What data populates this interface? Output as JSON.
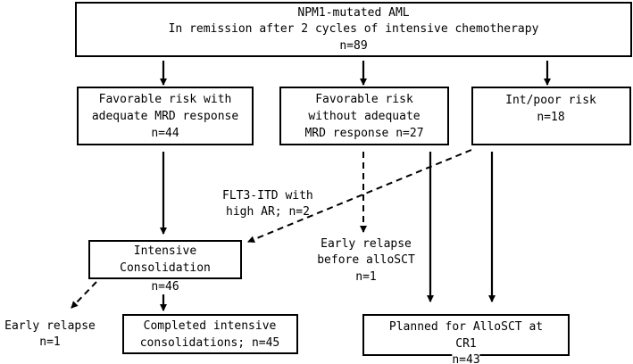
{
  "top_box": {
    "line1": "NPM1-mutated AML",
    "line2": "In remission after 2 cycles of intensive chemotherapy",
    "n": "n=89"
  },
  "box_fav_adequate": {
    "line1": "Favorable risk with",
    "line2": "adequate MRD response",
    "n": "n=44"
  },
  "box_fav_without": {
    "line1": "Favorable risk",
    "line2": "without adequate",
    "line3": "MRD response n=27"
  },
  "box_intpoor": {
    "line1": "Int/poor risk",
    "n": "n=18"
  },
  "label_flt3": {
    "line1": "FLT3-ITD with",
    "line2": "high AR; n=2"
  },
  "box_consolidation": {
    "line1": "Intensive",
    "line2": "Consolidation",
    "n": "n=46"
  },
  "label_relapse_mid": {
    "line1": "Early relapse",
    "line2": "before alloSCT",
    "n": "n=1"
  },
  "label_relapse_left": {
    "line1": "Early relapse",
    "n": "n=1"
  },
  "box_completed": {
    "line1": "Completed intensive",
    "line2": "consolidations; n=45"
  },
  "box_allosct": {
    "line1": "Planned for AlloSCT at",
    "line2": "CR1",
    "n": "n=43"
  }
}
